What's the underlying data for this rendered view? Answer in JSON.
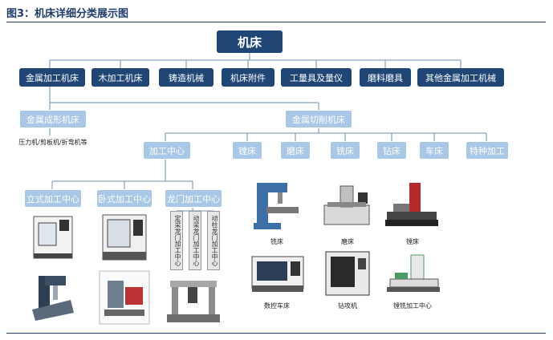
{
  "figure_title": "图3：机床详细分类展示图",
  "root": "机床",
  "level1": [
    "金属加工机床",
    "木加工机床",
    "铸造机械",
    "机床附件",
    "工量具及量仪",
    "磨料磨具",
    "其他金属加工机械"
  ],
  "forming": {
    "label": "金属成形机床",
    "children": "压力机/剪板机/折弯机等"
  },
  "cutting": {
    "label": "金属切削机床",
    "children": [
      "加工中心",
      "镗床",
      "磨床",
      "铣床",
      "钻床",
      "车床",
      "特种加工"
    ]
  },
  "machining_center": {
    "children": [
      "立式加工中心",
      "卧式加工中心",
      "龙门加工中心"
    ],
    "gantry_types": [
      "定梁龙门加工中心",
      "动梁龙门加工中心",
      "动柱龙门加工中心"
    ]
  },
  "captions": [
    "铣床",
    "磨床",
    "镗床",
    "数控车床",
    "钻攻机",
    "镗铣加工中心"
  ],
  "colors": {
    "dark": "#1f4675",
    "light": "#a9c7e6",
    "line": "#6e8fb4"
  }
}
